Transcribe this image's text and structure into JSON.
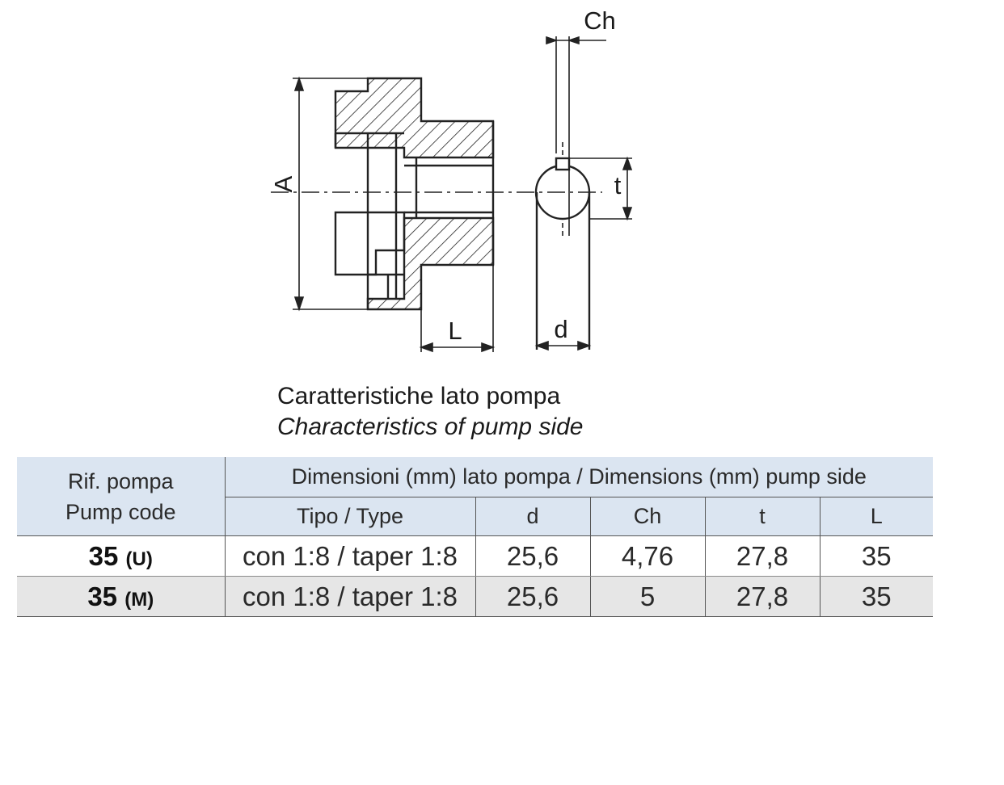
{
  "drawing": {
    "labels": {
      "ch": "Ch",
      "a": "A",
      "t": "t",
      "l": "L",
      "d": "d"
    }
  },
  "caption": {
    "italian": "Caratteristiche lato pompa",
    "english": "Characteristics of pump side"
  },
  "table": {
    "header_code_line1": "Rif. pompa",
    "header_code_line2": "Pump code",
    "header_group": "Dimensioni (mm) lato pompa / Dimensions (mm) pump side",
    "columns": [
      "Tipo / Type",
      "d",
      "Ch",
      "t",
      "L"
    ],
    "rows": [
      {
        "code": "35",
        "suffix": "(U)",
        "type": "con 1:8 / taper 1:8",
        "d": "25,6",
        "ch": "4,76",
        "t": "27,8",
        "l": "35"
      },
      {
        "code": "35",
        "suffix": "(M)",
        "type": "con 1:8 / taper 1:8",
        "d": "25,6",
        "ch": "5",
        "t": "27,8",
        "l": "35"
      }
    ],
    "colors": {
      "header_bg": "#dbe5f1",
      "alt_row_bg": "#e6e6e6"
    }
  }
}
